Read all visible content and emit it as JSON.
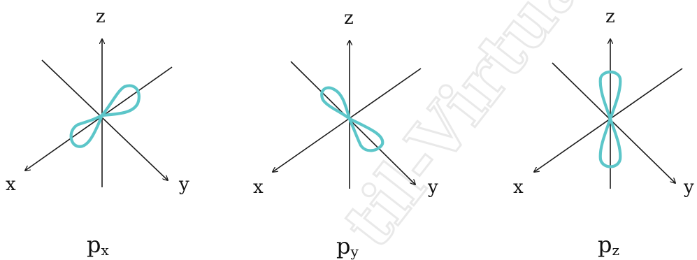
{
  "watermark": "til-Virtua",
  "colors": {
    "axis": "#1a1a1a",
    "orbital": "#5cc6c9"
  },
  "orbitals": [
    {
      "axis_z": "z",
      "axis_x": "x",
      "axis_y": "y",
      "label_main": "p",
      "label_sub": "x"
    },
    {
      "axis_z": "z",
      "axis_x": "x",
      "axis_y": "y",
      "label_main": "p",
      "label_sub": "y"
    },
    {
      "axis_z": "z",
      "axis_x": "x",
      "axis_y": "y",
      "label_main": "p",
      "label_sub": "z"
    }
  ]
}
